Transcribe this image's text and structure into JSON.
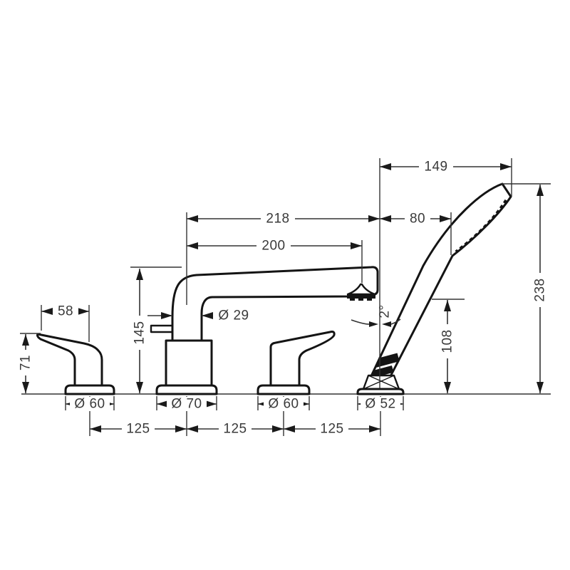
{
  "drawing": {
    "product": "Four-hole rim-mounted bath mixer with hand shower - dimension drawing",
    "colors": {
      "outline": "#141414",
      "dimension_lines": "#333333",
      "text": "#3a3a3a",
      "background": "#ffffff"
    },
    "dimensions": {
      "spout_tip_to_head_tip": "149",
      "spout_reach_total": "218",
      "spout_reach_to_outlet": "200",
      "spout_tip_to_shower": "80",
      "shower_overall_height": "238",
      "spout_height": "145",
      "outlet_height": "108",
      "handle_height": "71",
      "handle_length": "58",
      "spout_pipe_diameter": "Ø 29",
      "holder_tilt_angle": "2°",
      "left_handle_base_diameter": "Ø 60",
      "spout_base_diameter": "Ø 70",
      "right_handle_base_diameter": "Ø 60",
      "holder_base_diameter": "Ø 52",
      "hole_spacing_left": "125",
      "hole_spacing_middle": "125",
      "hole_spacing_right": "125"
    }
  }
}
